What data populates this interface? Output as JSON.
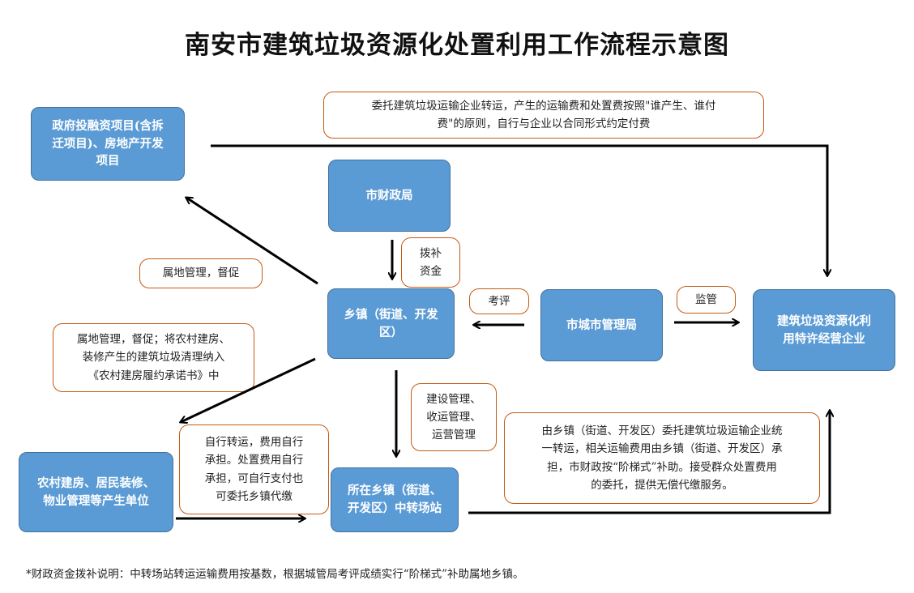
{
  "title": "南安市建筑垃圾资源化处置利用工作流程示意图",
  "nodes": {
    "gov_project": "政府投融资项目(含拆\n迁项目)、房地产开发\n项目",
    "finance_bureau": "市财政局",
    "township": "乡镇（街道、开发\n区）",
    "city_management": "市城市管理局",
    "enterprise": "建筑垃圾资源化利\n用特许经营企业",
    "rural_units": "农村建房、居民装修、\n物业管理等产生单位",
    "transfer_station": "所在乡镇（街道、\n开发区）中转场站"
  },
  "notes": {
    "entrust_transport": "委托建筑垃圾运输企业转运，产生的运输费和处置费按照\"谁产生、谁付\n费\"的原则，自行与企业以合同形式约定付费",
    "allocate_funds": "拨补\n资金",
    "territorial_supervision": "属地管理，督促",
    "evaluate": "考评",
    "supervise": "监管",
    "rural_housing_commitment": "属地管理，督促；将农村建房、\n装修产生的建筑垃圾清理纳入\n《农村建房履约承诺书》中",
    "station_management": "建设管理、\n收运管理、\n运营管理",
    "self_transport": "自行转运，费用自行\n承担。处置费用自行\n承担，可自行支付也\n可委托乡镇代缴",
    "township_entrust": "由乡镇（街道、开发区）委托建筑垃圾运输企业统\n一转运，相关运输费用由乡镇（街道、开发区）承\n担，市财政按“阶梯式”补助。接受群众处置费用\n的委托，提供无偿代缴服务。"
  },
  "footnote": "*财政资金拨补说明：中转场站转运运输费用按基数，根据城管局考评成绩实行“阶梯式”补助属地乡镇。",
  "colors": {
    "node_fill": "#5b9bd5",
    "node_border": "#41719c",
    "note_border": "#c55a11",
    "arrow": "#000000"
  }
}
